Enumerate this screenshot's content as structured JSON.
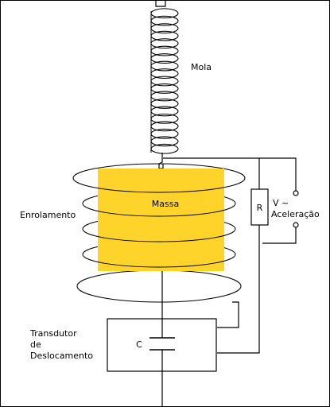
{
  "labels": {
    "spring": "Mola",
    "mass": "Massa",
    "winding": "Enrolamento",
    "resistor": "R",
    "voltage": "V ~",
    "acceleration": "Aceleração",
    "transducer_line1": "Transdutor",
    "transducer_line2": "de",
    "transducer_line3": "Deslocamento",
    "capacitor": "C"
  },
  "colors": {
    "mass_fill": "#FFD42A",
    "line": "#000000",
    "background": "#FFFFFF"
  }
}
